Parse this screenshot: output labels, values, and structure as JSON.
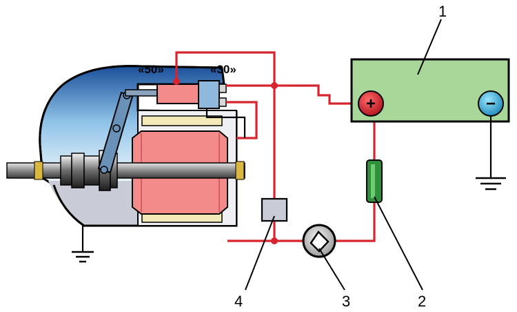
{
  "labels": {
    "terminal_50": "«50»",
    "terminal_30": "«30»",
    "callout_1": "1",
    "callout_2": "2",
    "callout_3": "3",
    "callout_4": "4"
  },
  "battery": {
    "positive_symbol": "+",
    "negative_symbol": "−"
  },
  "colors": {
    "wire_positive": "#d8242f",
    "battery_body": "#a9d79a",
    "starter_housing": "#c9ccd6",
    "armature": "#f48b8b",
    "fuse": "#2f8f3a",
    "solenoid": "#f48b8b"
  }
}
